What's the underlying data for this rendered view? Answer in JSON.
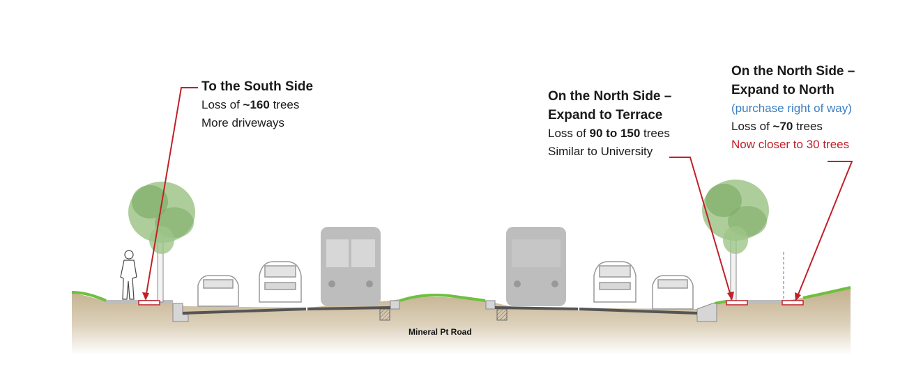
{
  "south": {
    "title": "To the South Side",
    "loss_pre": "Loss of ",
    "loss_value": "~160",
    "loss_post": " trees",
    "note": "More driveways"
  },
  "north_terrace": {
    "title_line1": "On the North Side –",
    "title_line2": "Expand to Terrace",
    "loss_pre": "Loss of ",
    "loss_value": "90 to 150",
    "loss_post": " trees",
    "note": "Similar to University"
  },
  "north_north": {
    "title_line1": "On the North Side –",
    "title_line2": "Expand to North",
    "subtitle": "(purchase right of way)",
    "loss_pre": "Loss of ",
    "loss_value": "~70",
    "loss_post": " trees",
    "update": "Now closer to 30 trees"
  },
  "road_label": "Mineral Pt Road",
  "colors": {
    "ground": "#c9b99a",
    "grass": "#6fbf3f",
    "asphalt": "#555555",
    "sidewalk": "#bdbdbd",
    "vehicle": "#b8b8b8",
    "tree": "#8ab870",
    "arrow": "#c0202a",
    "blue_text": "#3b7fc4"
  }
}
